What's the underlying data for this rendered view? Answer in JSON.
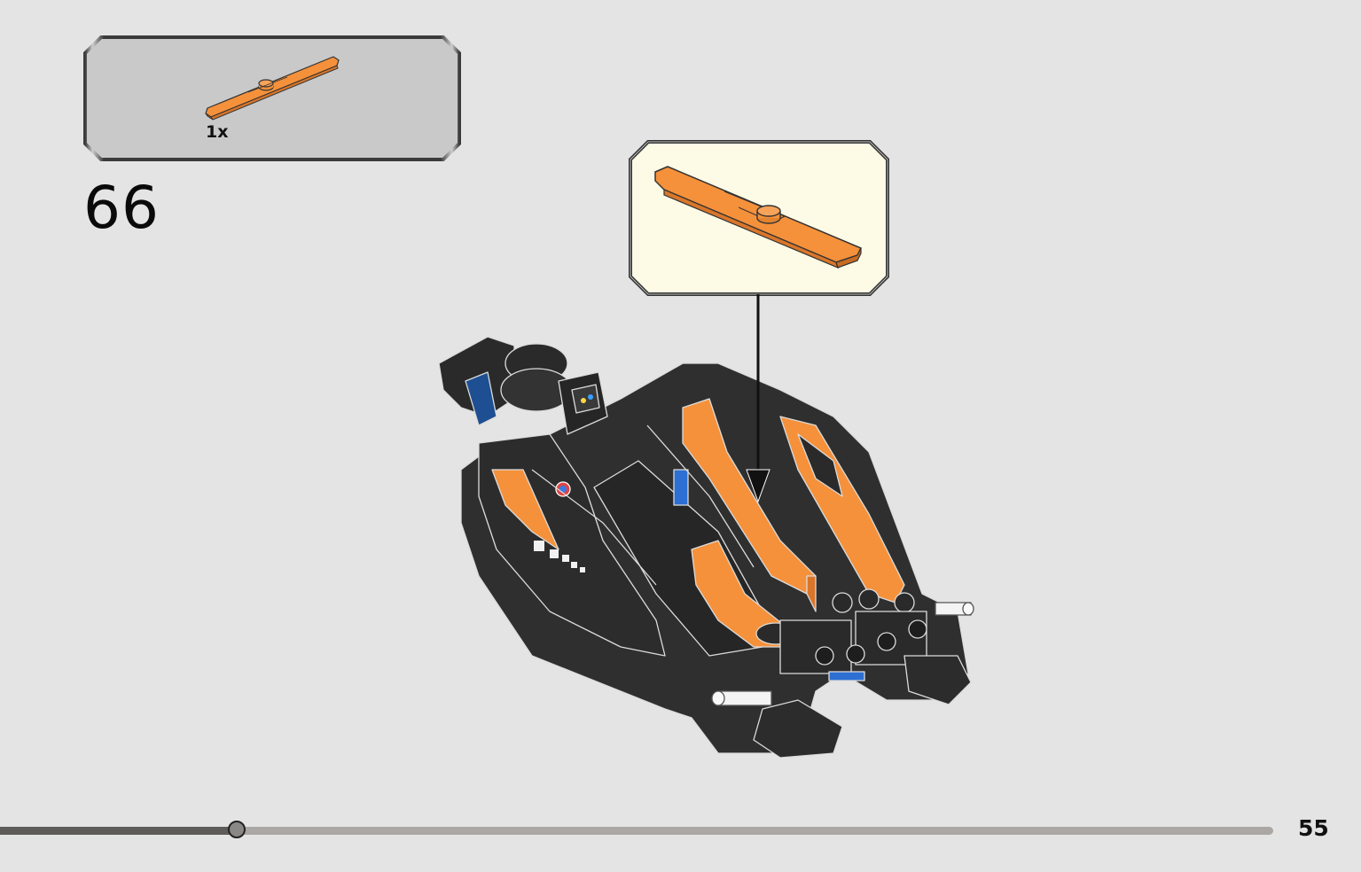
{
  "instruction": {
    "step_number": "66",
    "page_number": "55",
    "parts": [
      {
        "quantity_label": "1x",
        "color": "#f5913b",
        "icon": "orange-plate-with-stud"
      }
    ],
    "progress_fraction": 0.187
  },
  "colors": {
    "background": "#e4e4e4",
    "part_orange": "#f5913b",
    "parts_box_bg": "#c9c9c9",
    "subassembly_box_bg": "#fdfbe6",
    "model_dark": "#2e2e2e"
  }
}
